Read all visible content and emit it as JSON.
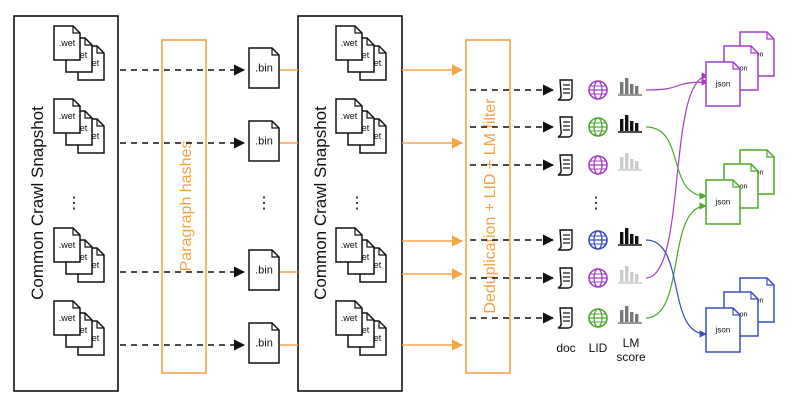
{
  "snapshot_label": "Common Crawl Snapshot",
  "hash_label": "Paragraph hashes",
  "filter_label": "Deduplication + LID + LM filter",
  "wet_label": ".wet",
  "bin_label": ".bin",
  "json_label": "json",
  "ellipsis": "⋮",
  "legend": {
    "doc": "doc",
    "lid": "LID",
    "lm_line1": "LM",
    "lm_line2": "score"
  },
  "colors": {
    "orange": "#f5a347",
    "purple": "#a13fc4",
    "green": "#4ea82c",
    "blue": "#3a4dc0",
    "black": "#111111",
    "gray": "#cccccc"
  },
  "rows": [
    {
      "lid_color": "purple",
      "lm_style": "gray"
    },
    {
      "lid_color": "green",
      "lm_style": "black"
    },
    {
      "lid_color": "purple",
      "lm_style": "light"
    },
    {
      "lid_color": "blue",
      "lm_style": "black"
    },
    {
      "lid_color": "purple",
      "lm_style": "light"
    },
    {
      "lid_color": "green",
      "lm_style": "gray"
    }
  ],
  "output_groups": [
    {
      "color": "purple"
    },
    {
      "color": "green"
    },
    {
      "color": "blue"
    }
  ]
}
